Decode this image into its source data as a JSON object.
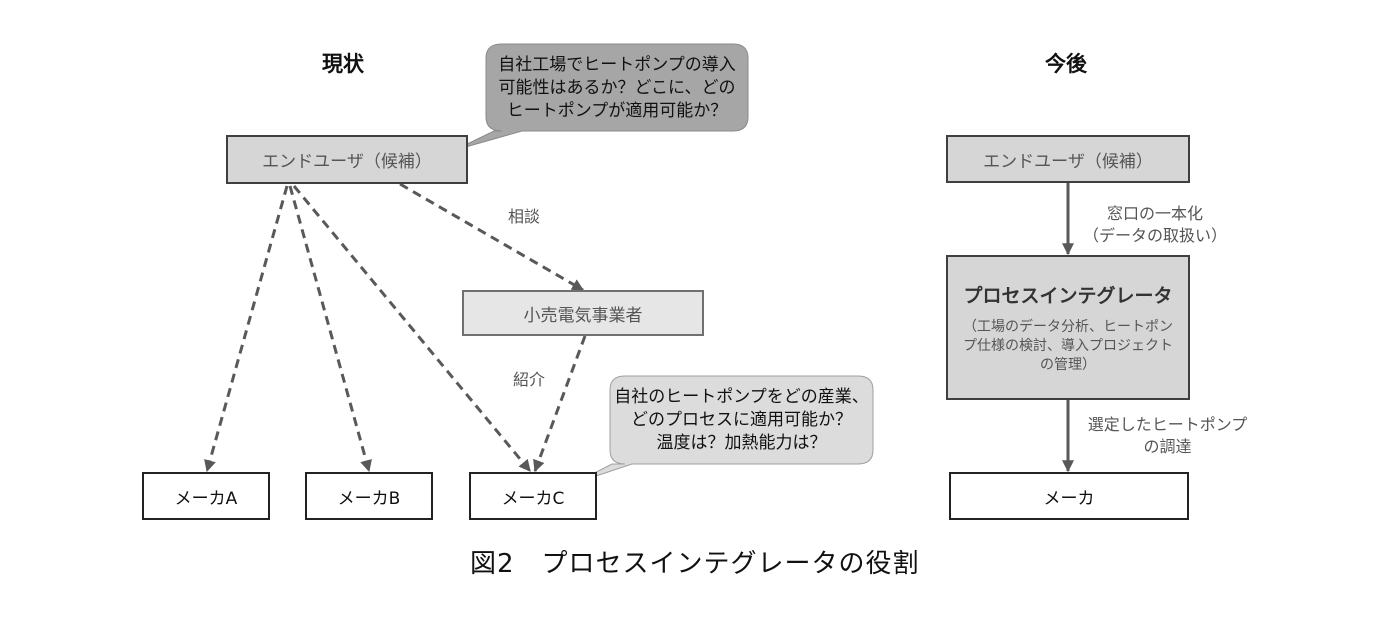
{
  "current": {
    "heading": "現状",
    "end_user": "エンドユーザ（候補）",
    "retailer": "小売電気事業者",
    "consult_label": "相談",
    "intro_label": "紹介",
    "makers": [
      "メーカA",
      "メーカB",
      "メーカC"
    ],
    "user_bubble_lines": [
      "自社工場でヒートポンプの導入",
      "可能性はあるか？どこに、どの",
      "ヒートポンプが適用可能か？"
    ],
    "maker_bubble_lines": [
      "自社のヒートポンプをどの産業、",
      "どのプロセスに適用可能か？",
      "温度は？加熱能力は？"
    ]
  },
  "future": {
    "heading": "今後",
    "end_user": "エンドユーザ（候補）",
    "window_label_lines": [
      "窓口の一本化",
      "（データの取扱い）"
    ],
    "integrator_title": "プロセスインテグレータ",
    "integrator_detail_lines": [
      "（工場のデータ分析、ヒートポン",
      "プ仕様の検討、導入プロジェクト",
      "の管理）"
    ],
    "procure_label_lines": [
      "選定したヒートポンプ",
      "の調達"
    ],
    "maker": "メーカ"
  },
  "caption": "図2　プロセスインテグレータの役割",
  "colors": {
    "dark_bubble": "#a6a6a6",
    "light_bubble": "#dcdcdc",
    "box_fill": "#d6d6d6",
    "arrow": "#595959"
  }
}
